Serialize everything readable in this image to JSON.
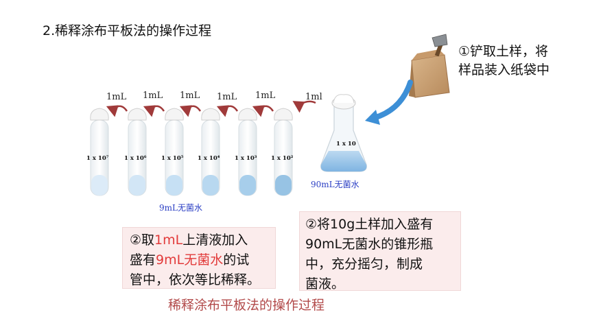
{
  "title": "2.稀释涂布平板法的操作过程",
  "step1": {
    "line1": "①铲取土样，将",
    "line2": "样品装入纸袋中"
  },
  "step2_box": {
    "p1": "②取",
    "v1": "1mL",
    "p2": "上清液加入",
    "p3": "盛有",
    "v2": "9mL无菌水",
    "p4": "的试",
    "line3": "管中，依次等比稀释。"
  },
  "step3_box": {
    "line1": "②将10g土样加入盛有",
    "line2": "90mL无菌水的锥形瓶",
    "line3": "中，充分摇匀，制成",
    "line4": "菌液。"
  },
  "flask": {
    "dilution": "1 x 10",
    "water": "90mL无菌水",
    "transfer": "1ml"
  },
  "tubes": {
    "water": "9mL无菌水",
    "transfer": "1mL",
    "labels": [
      "1 x 10⁷",
      "1 x 10⁶",
      "1 x 10⁵",
      "1 x 10⁴",
      "1 x 10³",
      "1 x 10²"
    ]
  },
  "caption": "稀释涂布平板法的操作过程",
  "colors": {
    "box_bg": "#fbecec",
    "highlight": "#e23a3a",
    "caption": "#b24a4a",
    "label_blue": "#2b3fc4",
    "arrow_red": "#a03a3a",
    "arrow_blue": "#3d8fd6"
  }
}
